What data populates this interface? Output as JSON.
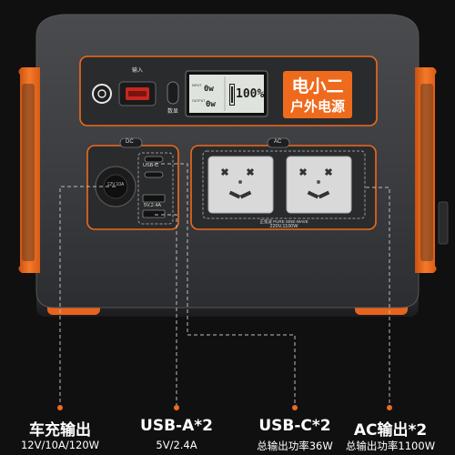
{
  "device": {
    "brand_line1": "电小二",
    "brand_line2": "户外电源",
    "input_label": "输入",
    "display_button_label": "数显",
    "lcd": {
      "top_value": "0w",
      "bottom_value": "0w",
      "battery_percent": "100%",
      "input_tag": "INPUT",
      "output_tag": "OUTPUT"
    },
    "dc_tag": "DC",
    "ac_tag": "AC",
    "car_port_text": "12V,10A",
    "usbc_label": "USB-C",
    "usba_label": "5V,2.4A",
    "ac_panel_line1": "正弦波 PURE SINE-WAVE",
    "ac_panel_line2": "220V,1100W"
  },
  "features": [
    {
      "title": "车充输出",
      "subtitle": "12V/10A/120W"
    },
    {
      "title": "USB-A*2",
      "subtitle": "5V/2.4A"
    },
    {
      "title": "USB-C*2",
      "subtitle": "总输出功率36W"
    },
    {
      "title": "AC输出*2",
      "subtitle": "总输出功率1100W"
    }
  ],
  "colors": {
    "accent": "#f26a1b",
    "body": "#3a3b3d",
    "background": "#101011"
  }
}
